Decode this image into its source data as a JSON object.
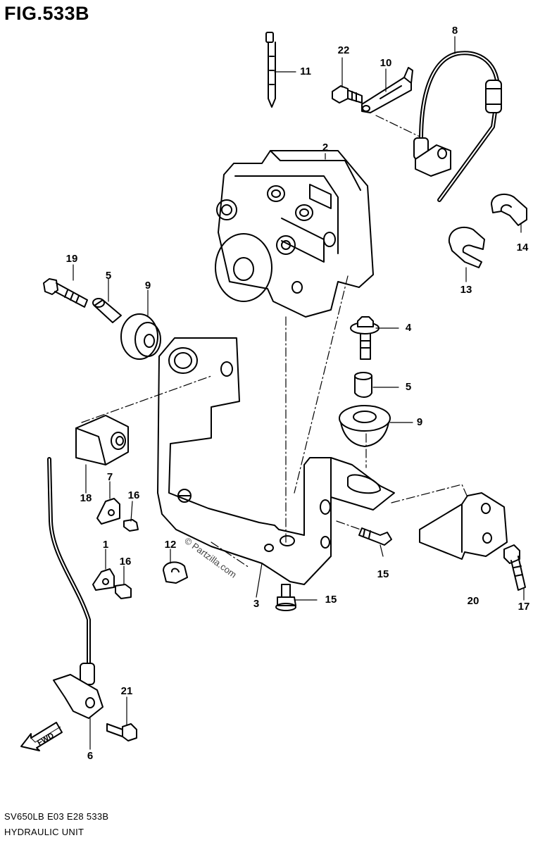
{
  "figure": {
    "title": "FIG.533B",
    "code": "SV650LB  E03  E28  533B",
    "name": "HYDRAULIC UNIT",
    "watermark": "© Partzilla.com",
    "fwd_label": "FWD"
  },
  "callouts": [
    {
      "label": "1"
    },
    {
      "label": "2"
    },
    {
      "label": "3"
    },
    {
      "label": "4"
    },
    {
      "label": "5"
    },
    {
      "label": "5"
    },
    {
      "label": "6"
    },
    {
      "label": "7"
    },
    {
      "label": "8"
    },
    {
      "label": "9"
    },
    {
      "label": "9"
    },
    {
      "label": "10"
    },
    {
      "label": "11"
    },
    {
      "label": "12"
    },
    {
      "label": "13"
    },
    {
      "label": "14"
    },
    {
      "label": "15"
    },
    {
      "label": "15"
    },
    {
      "label": "16"
    },
    {
      "label": "16"
    },
    {
      "label": "17"
    },
    {
      "label": "18"
    },
    {
      "label": "19"
    },
    {
      "label": "20"
    },
    {
      "label": "21"
    },
    {
      "label": "22"
    }
  ]
}
